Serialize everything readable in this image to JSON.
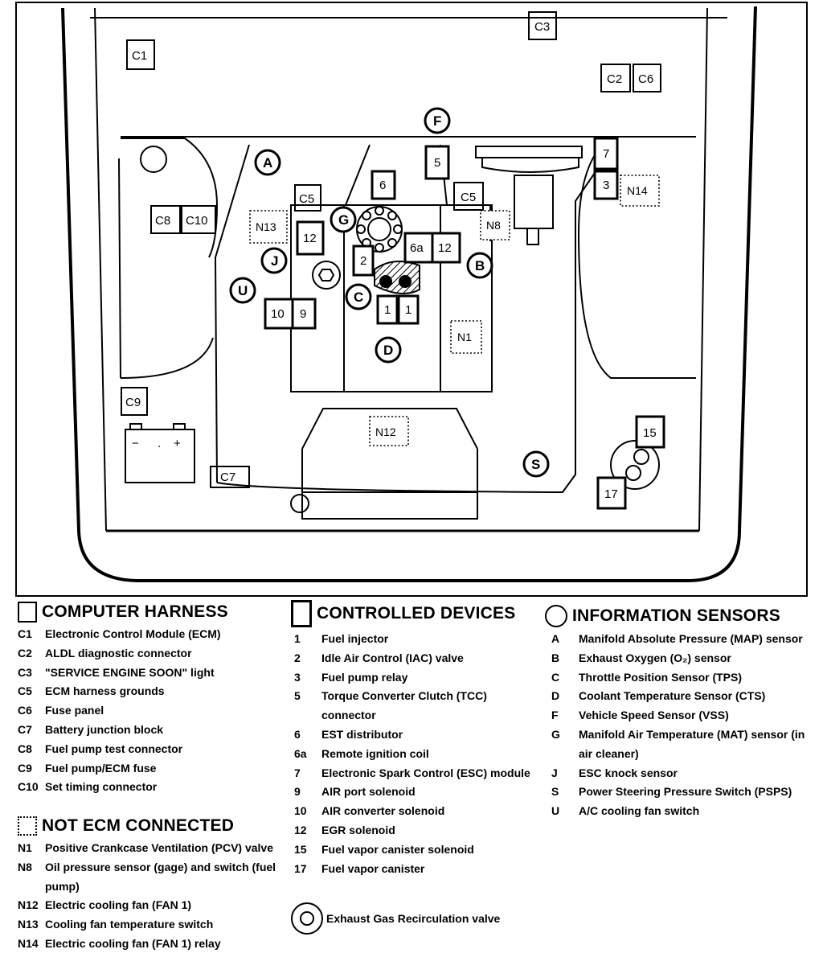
{
  "diagram_labels": {
    "computer_harness": [
      "C1",
      "C2",
      "C3",
      "C5",
      "C6",
      "C7",
      "C8",
      "C9",
      "C10"
    ],
    "controlled_devices": [
      "1",
      "2",
      "3",
      "5",
      "6",
      "6a",
      "7",
      "9",
      "10",
      "12",
      "15",
      "17"
    ],
    "information_sensors": [
      "A",
      "B",
      "C",
      "D",
      "F",
      "G",
      "J",
      "S",
      "U"
    ],
    "not_ecm_connected": [
      "N1",
      "N8",
      "N12",
      "N13",
      "N14"
    ],
    "battery": {
      "minus": "−",
      "dot": ".",
      "plus": "+"
    }
  },
  "legend": {
    "computer_harness": {
      "title": "COMPUTER HARNESS",
      "items": [
        {
          "code": "C1",
          "text": "Electronic Control Module (ECM)"
        },
        {
          "code": "C2",
          "text": "ALDL diagnostic connector"
        },
        {
          "code": "C3",
          "text": "\"SERVICE ENGINE SOON\" light"
        },
        {
          "code": "C5",
          "text": "ECM harness grounds"
        },
        {
          "code": "C6",
          "text": "Fuse panel"
        },
        {
          "code": "C7",
          "text": "Battery junction block"
        },
        {
          "code": "C8",
          "text": "Fuel pump test connector"
        },
        {
          "code": "C9",
          "text": "Fuel pump/ECM fuse"
        },
        {
          "code": "C10",
          "text": "Set timing connector"
        }
      ]
    },
    "not_ecm_connected": {
      "title": "NOT ECM CONNECTED",
      "items": [
        {
          "code": "N1",
          "text": "Positive Crankcase Ventilation (PCV) valve"
        },
        {
          "code": "N8",
          "text": "Oil pressure sensor (gage) and switch (fuel pump)"
        },
        {
          "code": "N12",
          "text": "Electric cooling fan (FAN 1)"
        },
        {
          "code": "N13",
          "text": "Cooling fan temperature switch"
        },
        {
          "code": "N14",
          "text": "Electric cooling fan (FAN 1) relay"
        }
      ]
    },
    "controlled_devices": {
      "title": "CONTROLLED DEVICES",
      "items": [
        {
          "code": "1",
          "text": "Fuel injector"
        },
        {
          "code": "2",
          "text": "Idle Air Control (IAC) valve"
        },
        {
          "code": "3",
          "text": "Fuel pump relay"
        },
        {
          "code": "5",
          "text": "Torque Converter Clutch (TCC) connector"
        },
        {
          "code": "6",
          "text": "EST distributor"
        },
        {
          "code": "6a",
          "text": "Remote ignition coil"
        },
        {
          "code": "7",
          "text": "Electronic Spark Control (ESC) module"
        },
        {
          "code": "9",
          "text": "AIR port solenoid"
        },
        {
          "code": "10",
          "text": "AIR converter solenoid"
        },
        {
          "code": "12",
          "text": "EGR solenoid"
        },
        {
          "code": "15",
          "text": "Fuel vapor canister solenoid"
        },
        {
          "code": "17",
          "text": "Fuel vapor canister"
        }
      ],
      "egr_text": "Exhaust Gas Recirculation valve"
    },
    "information_sensors": {
      "title": "INFORMATION SENSORS",
      "items": [
        {
          "code": "A",
          "text": "Manifold Absolute Pressure (MAP) sensor"
        },
        {
          "code": "B",
          "text": "Exhaust Oxygen (O₂) sensor"
        },
        {
          "code": "C",
          "text": "Throttle Position Sensor (TPS)"
        },
        {
          "code": "D",
          "text": "Coolant Temperature Sensor (CTS)"
        },
        {
          "code": "F",
          "text": "Vehicle Speed Sensor (VSS)"
        },
        {
          "code": "G",
          "text": "Manifold Air Temperature (MAT) sensor (in air cleaner)"
        },
        {
          "code": "J",
          "text": "ESC knock sensor"
        },
        {
          "code": "S",
          "text": "Power Steering Pressure Switch (PSPS)"
        },
        {
          "code": "U",
          "text": "A/C cooling fan switch"
        }
      ]
    }
  }
}
